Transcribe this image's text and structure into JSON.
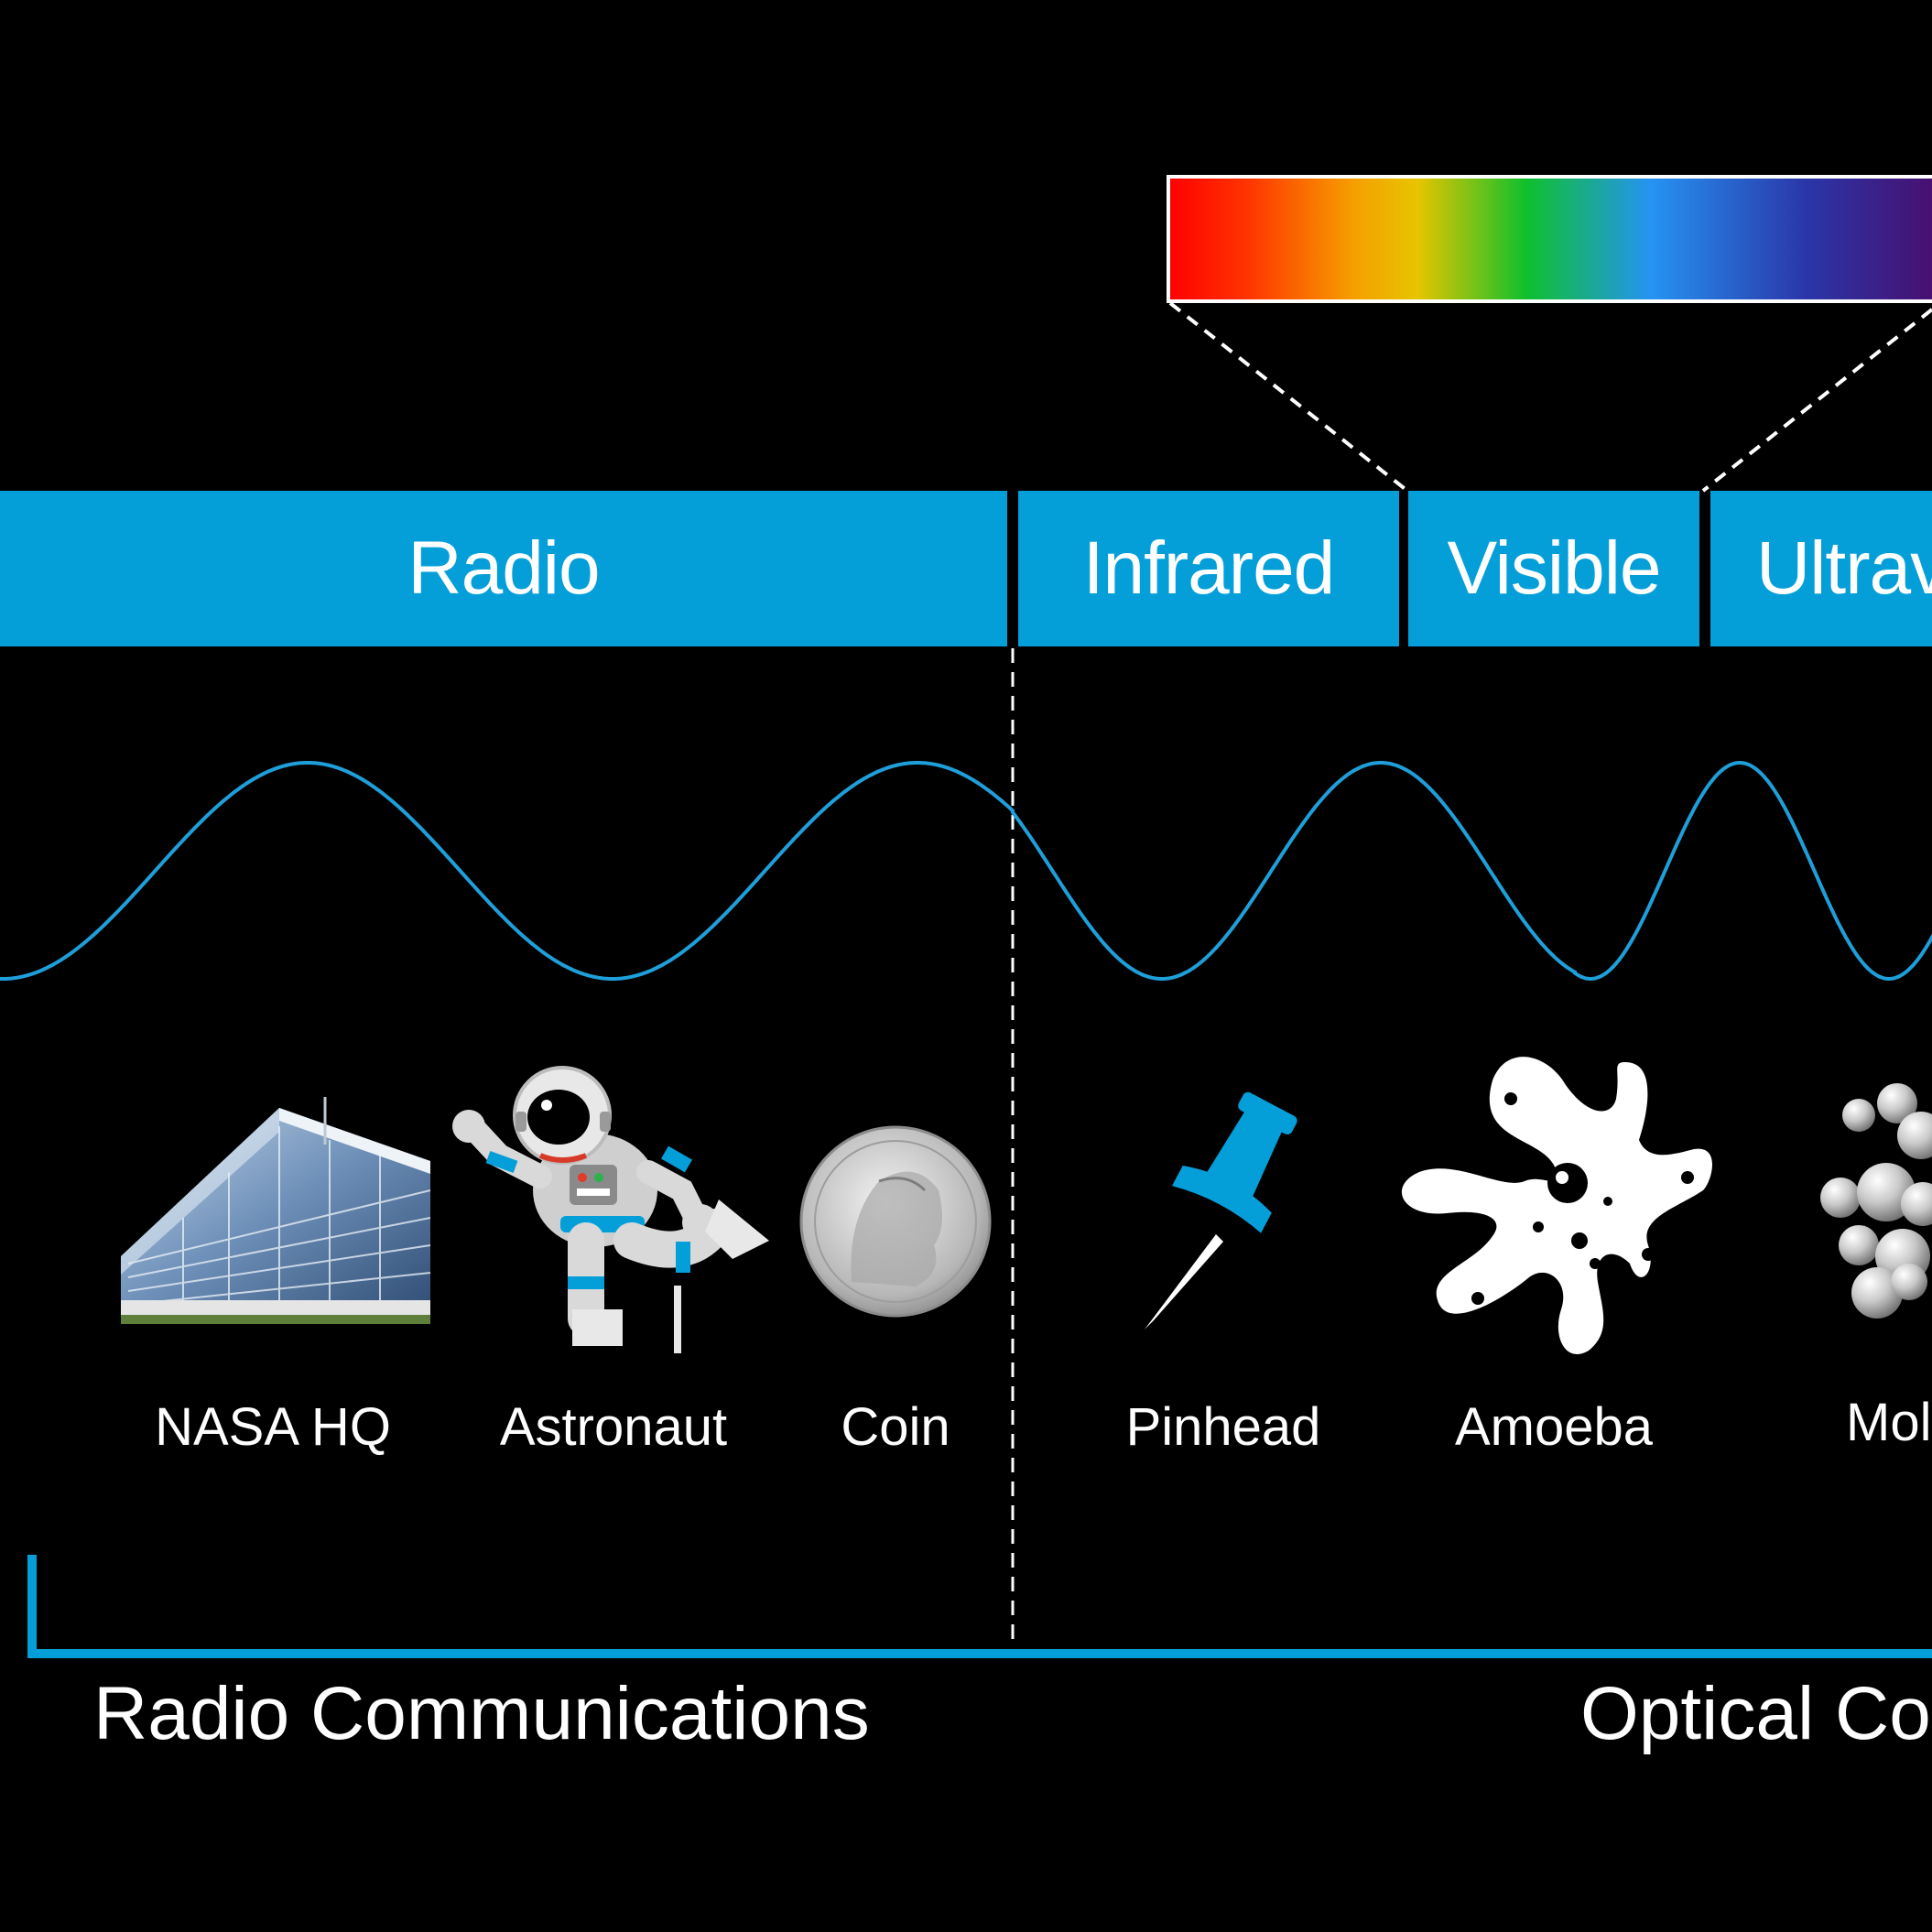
{
  "bands": [
    {
      "id": "radio",
      "label": "Radio"
    },
    {
      "id": "infrared",
      "label": "Infrared"
    },
    {
      "id": "visible",
      "label": "Visible"
    },
    {
      "id": "ultraviolet",
      "label": "Ultrav"
    }
  ],
  "objects": [
    {
      "id": "nasa-hq",
      "label": "NASA HQ"
    },
    {
      "id": "astronaut",
      "label": "Astronaut"
    },
    {
      "id": "coin",
      "label": "Coin"
    },
    {
      "id": "pinhead",
      "label": "Pinhead"
    },
    {
      "id": "amoeba",
      "label": "Amoeba"
    },
    {
      "id": "molecule",
      "label": "Mol"
    }
  ],
  "footer": {
    "radio": "Radio Communications",
    "optical": "Optical Co"
  },
  "colors": {
    "background": "#000000",
    "accent": "#049fd9",
    "text": "#ffffff"
  },
  "spectrum_colors": [
    "#ff0000",
    "#ff5a00",
    "#e7c400",
    "#0fc02d",
    "#2693f2",
    "#2a36a8",
    "#4b0b6a"
  ]
}
